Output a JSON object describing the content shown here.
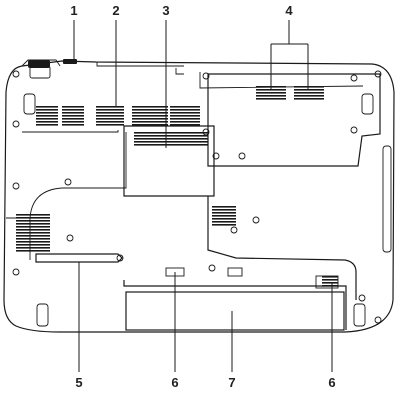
{
  "callouts": {
    "c1": "1",
    "c2": "2",
    "c3": "3",
    "c4": "4",
    "c5": "5",
    "c6a": "6",
    "c7": "7",
    "c6b": "6"
  },
  "colors": {
    "line": "#1a1a1a",
    "background": "#ffffff"
  }
}
